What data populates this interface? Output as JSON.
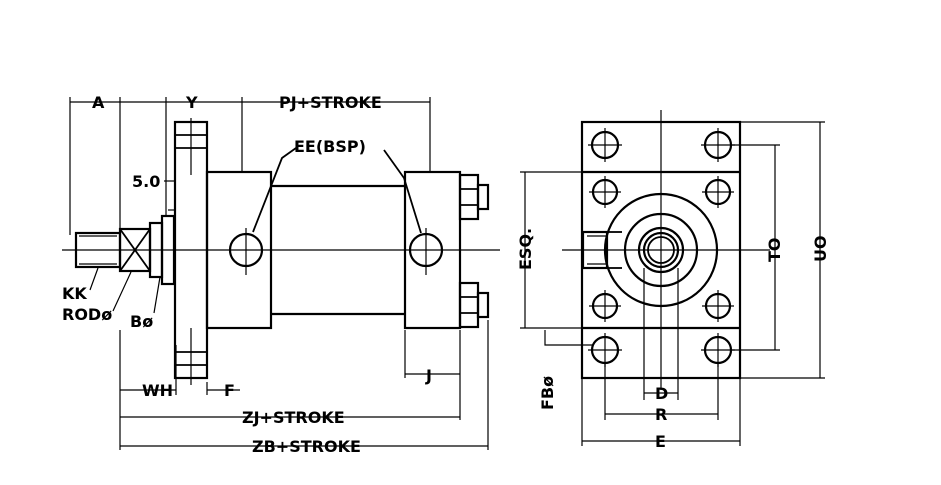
{
  "side_view": {
    "labels": {
      "A": "A",
      "Y": "Y",
      "PJ": "PJ+STROKE",
      "EE": "EE(BSP)",
      "dim_50": "5.0",
      "KK": "KK",
      "ROD": "RODø",
      "B": "Bø",
      "WH": "WH",
      "F": "F",
      "J": "J",
      "ZJ": "ZJ+STROKE",
      "ZB": "ZB+STROKE"
    }
  },
  "end_view": {
    "labels": {
      "ESQ": "ESQ.",
      "TO": "TO",
      "UO": "UO",
      "FB": "FBø",
      "D": "D",
      "R": "R",
      "E": "E"
    }
  }
}
